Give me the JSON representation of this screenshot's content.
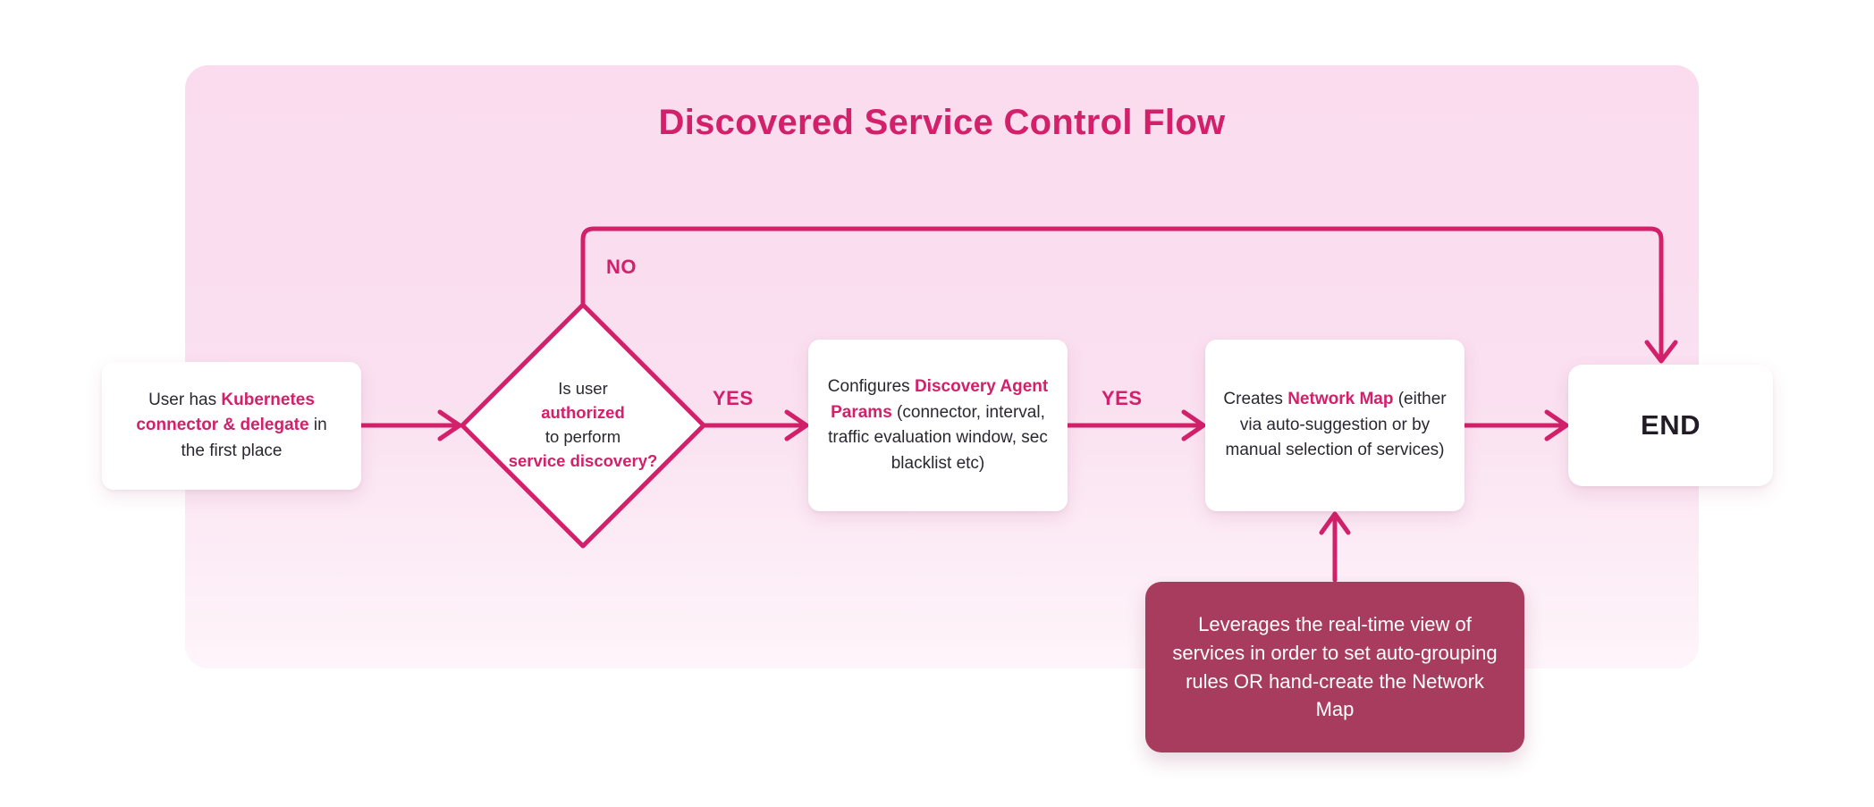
{
  "title": "Discovered Service Control Flow",
  "colors": {
    "accent": "#D2206A",
    "maroon": "#A73C5E",
    "text": "#2A2730"
  },
  "edges": {
    "no_label": "NO",
    "yes1_label": "YES",
    "yes2_label": "YES"
  },
  "nodes": {
    "start": {
      "parts": [
        {
          "text": "User has "
        },
        {
          "text": "Kubernetes connector & delegate",
          "accent": true
        },
        {
          "text": " in the first place"
        }
      ]
    },
    "decision": {
      "lines": [
        {
          "text": "Is user"
        },
        {
          "text": "authorized",
          "accent": true
        },
        {
          "text": "to perform"
        },
        {
          "text": "service discovery?",
          "accent": true
        }
      ]
    },
    "configure": {
      "parts": [
        {
          "text": "Configures "
        },
        {
          "text": "Discovery Agent Params",
          "accent": true
        },
        {
          "text": " (connector, interval, traffic evaluation window, sec blacklist etc)"
        }
      ]
    },
    "create_map": {
      "parts": [
        {
          "text": "Creates "
        },
        {
          "text": "Network Map",
          "accent": true
        },
        {
          "text": " (either via auto-suggestion or by manual selection of services)"
        }
      ]
    },
    "end": {
      "label": "END"
    },
    "note": {
      "text": "Leverages the real-time view of services in order to set auto-grouping rules OR hand-create the Network Map"
    }
  }
}
